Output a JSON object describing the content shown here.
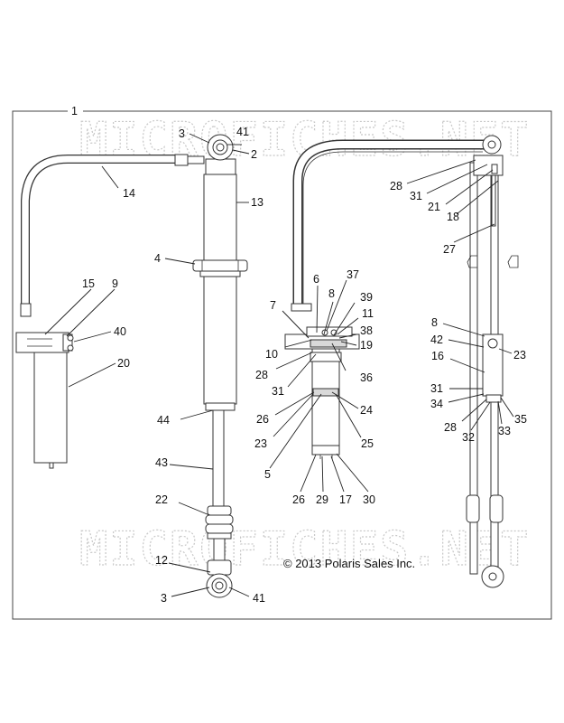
{
  "diagram": {
    "frame_label": "1",
    "watermark": "MICROFICHES.NET",
    "copyright": "© 2013 Polaris Sales Inc.",
    "callouts": {
      "c1_frame": "1",
      "c3_top": "3",
      "c41_top": "41",
      "c2": "2",
      "c13": "13",
      "c14": "14",
      "c4": "4",
      "c15": "15",
      "c9": "9",
      "c40": "40",
      "c20": "20",
      "c44": "44",
      "c43": "43",
      "c22": "22",
      "c12": "12",
      "c3_bot": "3",
      "c41_bot": "41",
      "c6": "6",
      "c37": "37",
      "c7": "7",
      "c8_mid": "8",
      "c39": "39",
      "c11": "11",
      "c38": "38",
      "c10": "10",
      "c19": "19",
      "c28_mid": "28",
      "c36": "36",
      "c31_mid": "31",
      "c26_mid": "26",
      "c24": "24",
      "c23_mid": "23",
      "c25": "25",
      "c5": "5",
      "c26_bot": "26",
      "c29": "29",
      "c17": "17",
      "c30": "30",
      "c28_top": "28",
      "c31_top": "31",
      "c21": "21",
      "c18": "18",
      "c27": "27",
      "c8_right": "8",
      "c42": "42",
      "c23_right": "23",
      "c16": "16",
      "c31_right": "31",
      "c34": "34",
      "c28_right": "28",
      "c32": "32",
      "c33": "33",
      "c35": "35"
    }
  }
}
